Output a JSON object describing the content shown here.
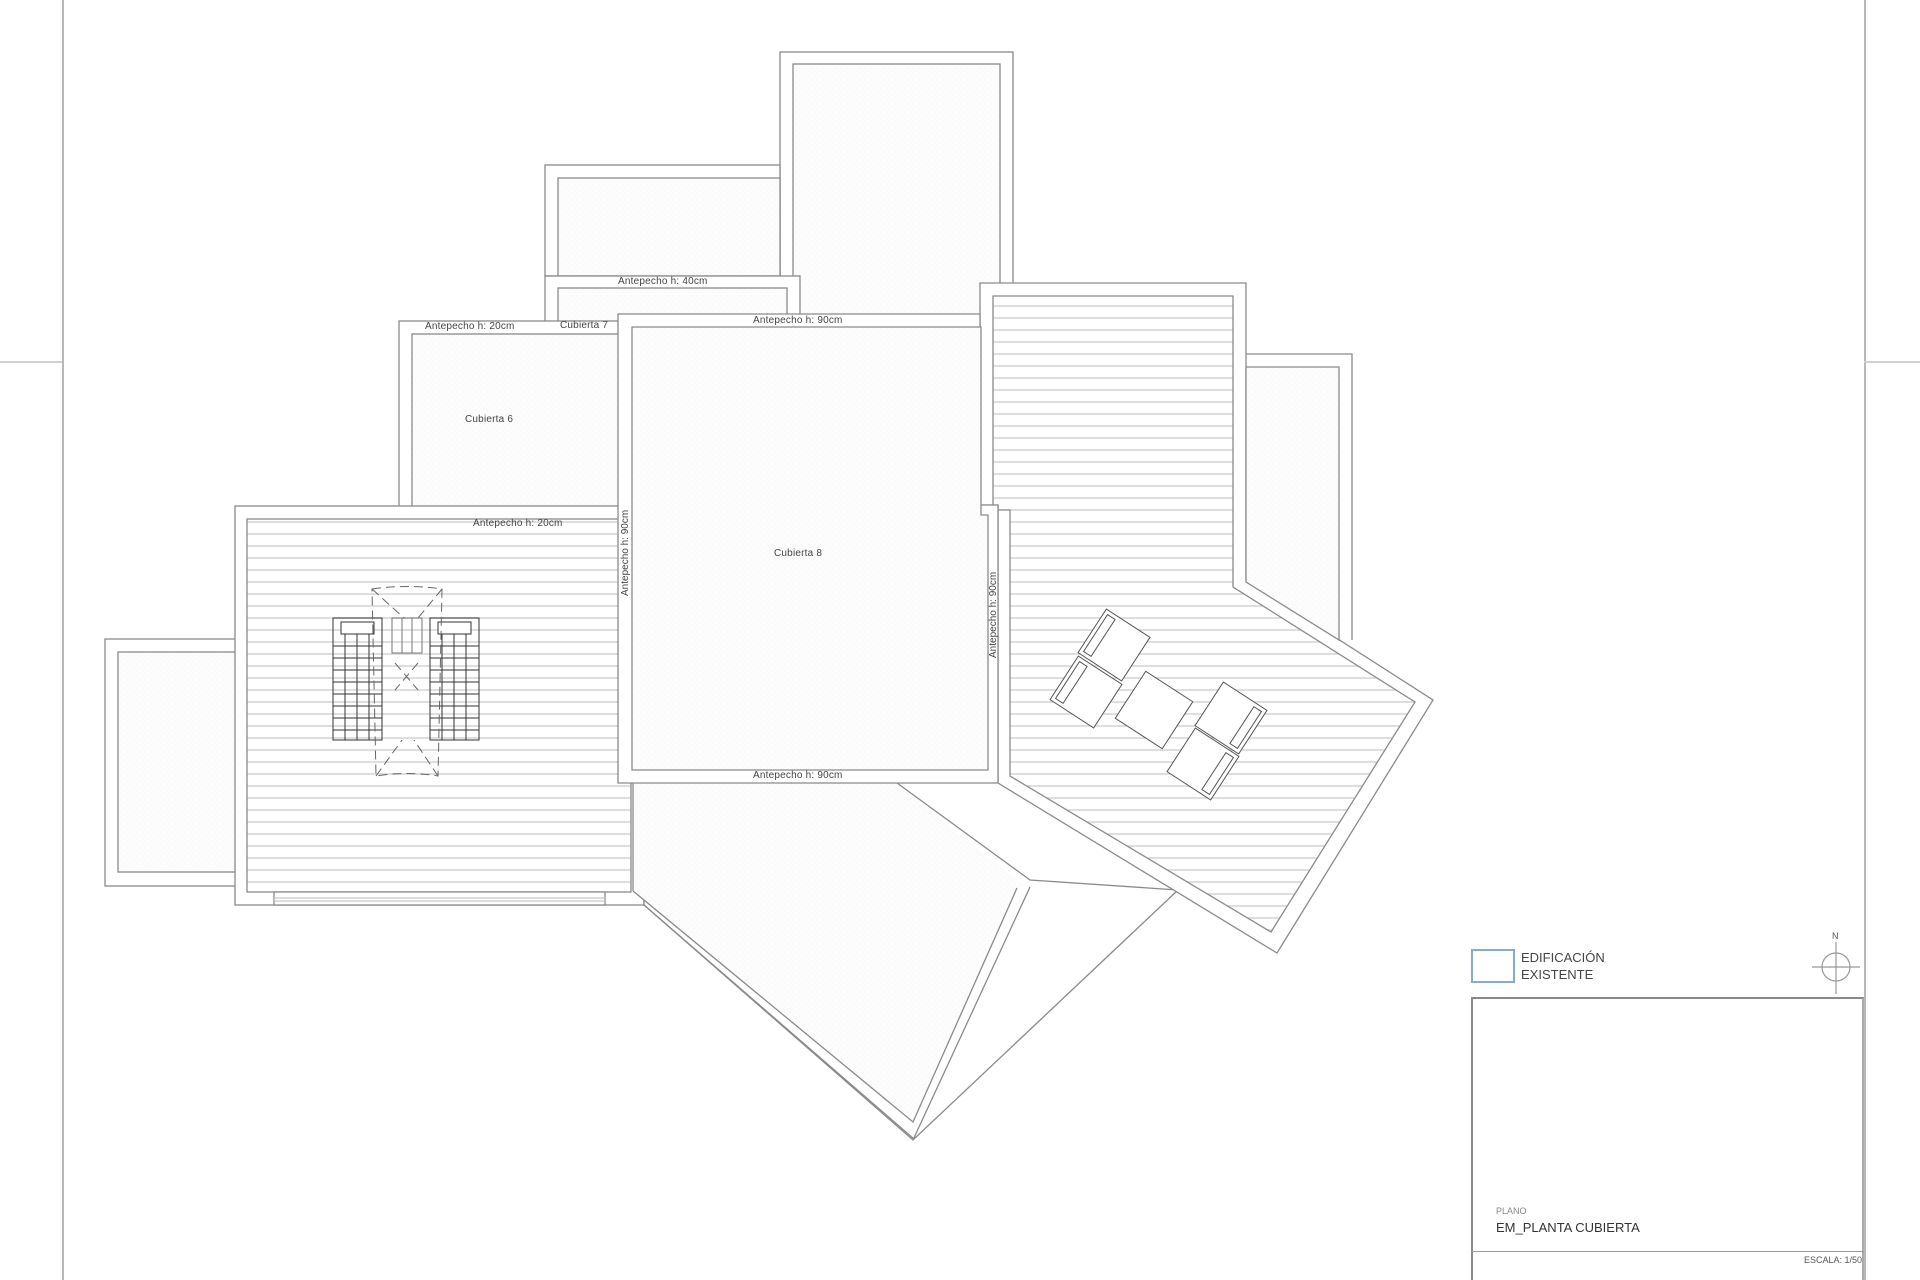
{
  "drawing": {
    "type": "architectural roof plan",
    "roofs": [
      {
        "id": "cubierta-6",
        "label": "Cubierta 6"
      },
      {
        "id": "cubierta-7",
        "label": "Cubierta 7"
      },
      {
        "id": "cubierta-8",
        "label": "Cubierta 8"
      }
    ],
    "parapet_labels": {
      "cubierta7_top": "Antepecho  h: 40cm",
      "cubierta6_top": "Antepecho  h: 20cm",
      "cubierta6_bottom": "Antepecho  h: 20cm",
      "cubierta8_top": "Antepecho  h: 90cm",
      "cubierta8_bottom": "Antepecho  h: 90cm",
      "cubierta8_left": "Antepecho  h: 90cm",
      "cubierta8_right": "Antepecho  h: 90cm"
    },
    "furniture": {
      "left_deck": "two sun loungers with shade canopy",
      "right_deck": "four armchairs and a table"
    }
  },
  "legend": {
    "swatch_color": "#86aad0",
    "line1": "EDIFICACIÓN",
    "line2": "EXISTENTE"
  },
  "compass": {
    "north_label": "N"
  },
  "title_block": {
    "plano_label": "PLANO",
    "plano_name": "EM_PLANTA CUBIERTA",
    "scale": "ESCALA: 1/50"
  },
  "colors": {
    "line": "#8a8a8a",
    "deck_line": "#cfcfcf",
    "fill": "#fbfbfb",
    "frame": "#b8b8b8"
  }
}
